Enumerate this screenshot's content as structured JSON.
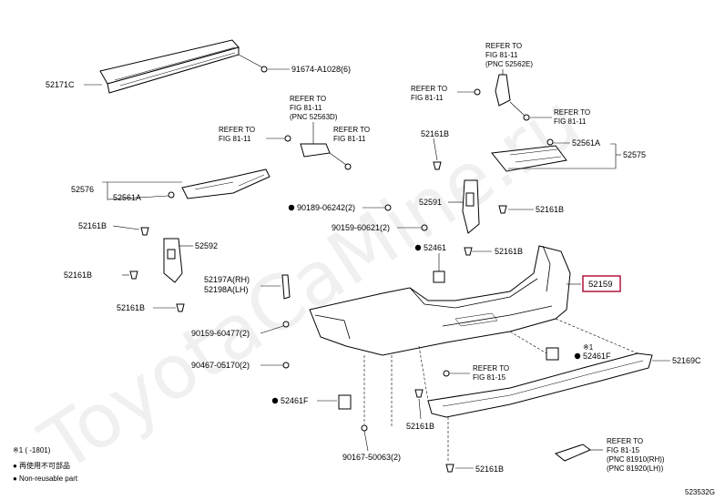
{
  "watermark": "ToyotaCaMine.ru",
  "figure_id": "523532G",
  "highlight_color": "#b0153d",
  "callouts": {
    "c52171C": "52171C",
    "c91674": "91674-A1028(6)",
    "c52576": "52576",
    "c52561A_left": "52561A",
    "c52161B_l1": "52161B",
    "c52592": "52592",
    "c52161B_l2": "52161B",
    "c52161B_l3": "52161B",
    "c52197A": "52197A(RH)",
    "c52198A": "52198A(LH)",
    "c90159_60477": "90159-60477(2)",
    "c90467": "90467-05170(2)",
    "c52461F_left": "52461F",
    "c90167": "90167-50063(2)",
    "c52161B_b1": "52161B",
    "c52161B_b2": "52161B",
    "c90189": "90189-06242(2)",
    "c90159_60621": "90159-60621(2)",
    "c52461": "52461",
    "c52161B_m1": "52161B",
    "c52591": "52591",
    "c52161B_m2": "52161B",
    "c52161B_m3": "52161B",
    "c52561A_right": "52561A",
    "c52575": "52575",
    "c52159": "52159",
    "c52461F_right": "52461F",
    "c52169C": "52169C",
    "c52461F_note": "※1"
  },
  "refs": {
    "ref_top_mid": [
      "REFER TO",
      "FIG 81-11",
      "(PNC 52563D)"
    ],
    "ref_left_mid": [
      "REFER TO",
      "FIG 81-11"
    ],
    "ref_right_mid": [
      "REFER TO",
      "FIG 81-11"
    ],
    "ref_top_right": [
      "REFER TO",
      "FIG 81-11",
      "(PNC 52562E)"
    ],
    "ref_mid_right_a": [
      "REFER TO",
      "FIG 81-11"
    ],
    "ref_mid_right_b": [
      "REFER TO",
      "FIG 81-11"
    ],
    "ref_center": [
      "REFER TO",
      "FIG 81-15"
    ],
    "ref_bottom_right": [
      "REFER TO",
      "FIG 81-15",
      "(PNC 81910(RH))",
      "(PNC 81920(LH))"
    ]
  },
  "legend": {
    "note1": "※1 (     -1801)",
    "note2": "● 再使用不可部品",
    "note3": "● Non-reusable part"
  }
}
